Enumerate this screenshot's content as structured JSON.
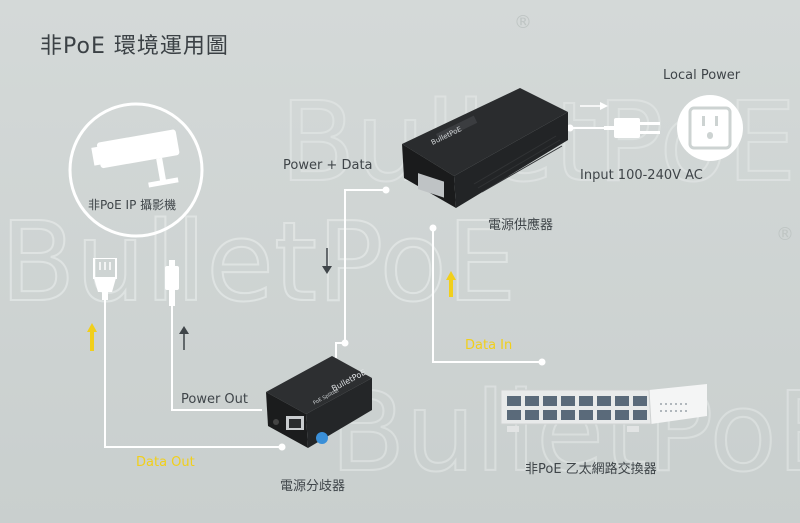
{
  "title": "非PoE 環境運用圖",
  "watermarks": {
    "brand": "BulletPoE",
    "registered": "®"
  },
  "camera": {
    "label": "非PoE IP 攝影機"
  },
  "power_data_label": "Power + Data",
  "injector": {
    "label": "電源供應器",
    "badge": "BulletPoE"
  },
  "local_power": {
    "label": "Local Power"
  },
  "input_label": "Input  100-240V AC",
  "data_in_label": "Data In",
  "splitter": {
    "label": "電源分歧器",
    "badge": "BulletPoE",
    "sub": "PoE Splitter"
  },
  "power_out_label": "Power Out",
  "data_out_label": "Data Out",
  "switch": {
    "label": "非PoE 乙太網路交換器"
  },
  "colors": {
    "line_white": "#ffffff",
    "arrow_yellow": "#f1cf1b",
    "text_dark": "#3f4549",
    "bg": "#cdd3d2",
    "device_black": "#1d1f21"
  }
}
